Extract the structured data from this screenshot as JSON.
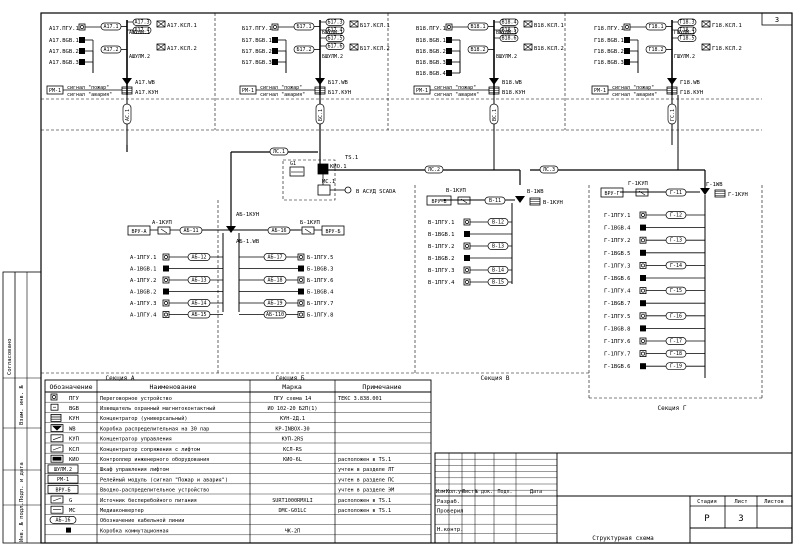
{
  "sheet": {
    "number": "3",
    "title": "Структурная схема",
    "stage": "Р",
    "sheet_no": "3"
  },
  "titleblock": {
    "cols": [
      "Изм.",
      "Кол.уч",
      "Лист",
      "№ док.",
      "Подп.",
      "Дата"
    ],
    "rows": [
      "Разраб.",
      "Проверил",
      "",
      "Н.контр."
    ],
    "stage_label": "Стадия",
    "sheet_label": "Лист",
    "sheets_label": "Листов"
  },
  "side": {
    "s1": "Согласовано",
    "s2": "Взам. инв. №",
    "s3": "Подп. и дата",
    "s4": "Инв. № подл."
  },
  "legend": {
    "headers": [
      "Обозначение",
      "Наименование",
      "Марка",
      "Примечание"
    ],
    "rows": [
      {
        "code": "ПГУ",
        "icon": "pgu-icon",
        "name": "Переговорное устройство",
        "mark": "ПГУ схема 14",
        "note": "ТЕКС 3.838.001"
      },
      {
        "code": "BGB",
        "icon": "bgb-icon",
        "name": "Извещатель охранный магнитоконтактный",
        "mark": "ИО 102-20 Б2П(1)",
        "note": ""
      },
      {
        "code": "КУН",
        "icon": "kun-icon",
        "name": "Концентратор (универсальный)",
        "mark": "КУН-2Д.1",
        "note": ""
      },
      {
        "code": "WB",
        "icon": "wb-icon",
        "name": "Коробка распределительная на 30 пар",
        "mark": "КР-INBOX-30",
        "note": ""
      },
      {
        "code": "КУП",
        "icon": "kup-icon",
        "name": "Концентратор управления",
        "mark": "КУП-2RS",
        "note": ""
      },
      {
        "code": "КСЛ",
        "icon": "ksl-icon",
        "name": "Концентратор сопряжения с лифтом",
        "mark": "КСЛ-RS",
        "note": ""
      },
      {
        "code": "КИО",
        "icon": "kio-icon",
        "name": "Контроллер инженерного оборудования",
        "mark": "КИО-6L",
        "note": "расположен в TS.1"
      },
      {
        "code": "ШУЛМ.2",
        "icon": "shulm-icon",
        "name": "Шкаф управления лифтом",
        "mark": "",
        "note": "учтен в разделе ЛТ"
      },
      {
        "code": "РМ-1",
        "icon": "rm-icon",
        "name": "Релейный модуль (сигнал \"Пожар и авария\")",
        "mark": "",
        "note": "учтен в разделе ПС"
      },
      {
        "code": "ВРУ-Б",
        "icon": "vru-icon",
        "name": "Вводно-распределительное устройство",
        "mark": "",
        "note": "учтен в разделе ЭМ"
      },
      {
        "code": "G",
        "icon": "ups-icon",
        "name": "Источник бесперебойного питания",
        "mark": "SURT1000RMXLI",
        "note": "расположен в TS.1"
      },
      {
        "code": "МС",
        "icon": "mc-icon",
        "name": "Медиаконвертер",
        "mark": "DMC-G01LC",
        "note": "расположен в TS.1"
      },
      {
        "code": "АБ-16",
        "icon": "cable-icon",
        "name": "Обозначение кабельной линии",
        "mark": "",
        "note": ""
      },
      {
        "code": "",
        "icon": "junction-icon",
        "name": "Коробка коммутационная",
        "mark": "ЧК-2П",
        "note": ""
      }
    ]
  },
  "sections": {
    "a": "Секция А",
    "b": "Секция Б",
    "v": "Секция В",
    "g": "Секция Г"
  },
  "center": {
    "ts": "TS.1",
    "kio": "КИО.1",
    "mc": "МС.1",
    "g": "G1",
    "scada": "В АСУД SCADA",
    "lines": [
      "ЛС.1",
      "ЛС.2",
      "ЛС.3"
    ]
  },
  "top_groups": [
    {
      "id": "a",
      "pgu": "А17.ПГУ.1",
      "bgb": [
        "А17.BGB.1",
        "А17.BGB.2",
        "А17.BGB.3"
      ],
      "kup": [
        "А17.1",
        "А17.2"
      ],
      "ksl": [
        "А17.3",
        "А17.4"
      ],
      "ksl_out": "А17.КСЛ.1",
      "ksl_out2": "А17.КСЛ.2",
      "shulm": [
        "АШУЛМ.1",
        "АШУЛМ.2"
      ],
      "wb": "А17.WB",
      "kun": "А17.КУН",
      "rm": "РМ-1",
      "s1": "сигнал \"пожар\"",
      "s2": "сигнал \"авария\"",
      "cable": "АС.1"
    },
    {
      "id": "b",
      "pgu": "Б17.ПГУ.1",
      "bgb": [
        "Б17.BGB.1",
        "Б17.BGB.2",
        "Б17.BGB.3"
      ],
      "kup": [
        "Б17.1",
        "Б17.2"
      ],
      "ksl": [
        "Б17.3",
        "Б17.4",
        "Б17.5",
        "Б17.6"
      ],
      "ksl_out": "Б17.КСЛ.1",
      "ksl_out2": "Б17.КСЛ.2",
      "shulm": [
        "БШУЛМ.1",
        "БШУЛМ.2"
      ],
      "wb": "Б17.WB",
      "kun": "Б17.КУН",
      "rm": "РМ-1",
      "s1": "сигнал \"пожар\"",
      "s2": "сигнал \"авария\"",
      "cable": "БС.1"
    },
    {
      "id": "v",
      "pgu": "В18.ПГУ.1",
      "bgb": [
        "В18.BGB.1",
        "В18.BGB.2",
        "В18.BGB.3",
        "В18.BGB.4"
      ],
      "kup": [
        "В18.1",
        "В18.2"
      ],
      "ksl": [
        "В18.4",
        "В18.5",
        "В18.6"
      ],
      "ksl_out": "В18.КСЛ.1",
      "ksl_out2": "В18.КСЛ.2",
      "shulm": [
        "ВШУЛМ.1",
        "ВШУЛМ.2"
      ],
      "wb": "В18.WB",
      "kun": "В18.КУН",
      "rm": "РМ-1",
      "s1": "сигнал \"пожар\"",
      "s2": "сигнал \"авария\"",
      "cable": "ВС.1"
    },
    {
      "id": "g",
      "pgu": "Г18.ПГУ.1",
      "bgb": [
        "Г18.BGB.1",
        "Г18.BGB.2",
        "Г18.BGB.3"
      ],
      "kup": [
        "Г18.1",
        "Г18.2"
      ],
      "ksl": [
        "Г18.3",
        "Г18.4",
        "Г18.5"
      ],
      "ksl_out": "Г18.КСЛ.1",
      "ksl_out2": "Г18.КСЛ.2",
      "shulm": [
        "ГШУЛМ.1",
        "ГШУЛМ.2"
      ],
      "wb": "Г18.WB",
      "kun": "Г18.КУН",
      "rm": "РМ-1",
      "s1": "сигнал \"пожар\"",
      "s2": "сигнал \"авария\"",
      "cable": "ГС.1"
    }
  ],
  "ab": {
    "hub_label": "АБ-1КУН",
    "wb": "АБ-1.WB",
    "a_kup": "А-1КУП",
    "a_vru": "ВРУ-А",
    "a_cable": "АБ-11",
    "b_kup": "Б-1КУП",
    "b_vru": "ВРУ-Б",
    "b_cable": "АБ-16",
    "left": [
      {
        "dev": "А-1ПГУ.1",
        "cable": "АБ-12"
      },
      {
        "dev": "А-1BGB.1",
        "cable": ""
      },
      {
        "dev": "А-1ПГУ.2",
        "cable": "АБ-13"
      },
      {
        "dev": "А-1BGB.2",
        "cable": ""
      },
      {
        "dev": "А-1ПГУ.3",
        "cable": "АБ-14"
      },
      {
        "dev": "А-1ПГУ.4",
        "cable": "АБ-15"
      }
    ],
    "right": [
      {
        "dev": "Б-1ПГУ.5",
        "cable": "АБ-17"
      },
      {
        "dev": "Б-1BGB.3",
        "cable": ""
      },
      {
        "dev": "Б-1ПГУ.6",
        "cable": "АБ-18"
      },
      {
        "dev": "Б-1BGB.4",
        "cable": ""
      },
      {
        "dev": "Б-1ПГУ.7",
        "cable": "АБ-19"
      },
      {
        "dev": "Б-1ПГУ.8",
        "cable": "АБ-110"
      }
    ]
  },
  "v": {
    "wb": "В-1WB",
    "kun": "В-1КУН",
    "kup": "В-1КУП",
    "vru": "ВРУ-В",
    "top_cable": "В-11",
    "rows": [
      {
        "dev": "В-1ПГУ.1",
        "cable": "В-12"
      },
      {
        "dev": "В-1BGB.1",
        "cable": ""
      },
      {
        "dev": "В-1ПГУ.2",
        "cable": "В-13"
      },
      {
        "dev": "В-1BGB.2",
        "cable": ""
      },
      {
        "dev": "В-1ПГУ.3",
        "cable": "В-14"
      },
      {
        "dev": "В-1ПГУ.4",
        "cable": "В-15"
      }
    ]
  },
  "g": {
    "wb": "Г-1WB",
    "kun": "Г-1КУН",
    "kup": "Г-1КУП",
    "vru": "ВРУ-Г",
    "top_cable": "Г-11",
    "rows": [
      {
        "dev": "Г-1ПГУ.1",
        "cable": "Г-12"
      },
      {
        "dev": "Г-1BGB.4",
        "cable": ""
      },
      {
        "dev": "Г-1ПГУ.2",
        "cable": "Г-13"
      },
      {
        "dev": "Г-1BGB.5",
        "cable": ""
      },
      {
        "dev": "Г-1ПГУ.3",
        "cable": "Г-14"
      },
      {
        "dev": "Г-1BGB.6",
        "cable": ""
      },
      {
        "dev": "Г-1ПГУ.4",
        "cable": "Г-15"
      },
      {
        "dev": "Г-1BGB.7",
        "cable": ""
      },
      {
        "dev": "Г-1ПГУ.5",
        "cable": "Г-16"
      },
      {
        "dev": "Г-1BGB.8",
        "cable": ""
      },
      {
        "dev": "Г-1ПГУ.6",
        "cable": "Г-17"
      },
      {
        "dev": "Г-1ПГУ.7",
        "cable": "Г-18"
      },
      {
        "dev": "Г-1BGB.6",
        "cable": "Г-19"
      }
    ]
  }
}
